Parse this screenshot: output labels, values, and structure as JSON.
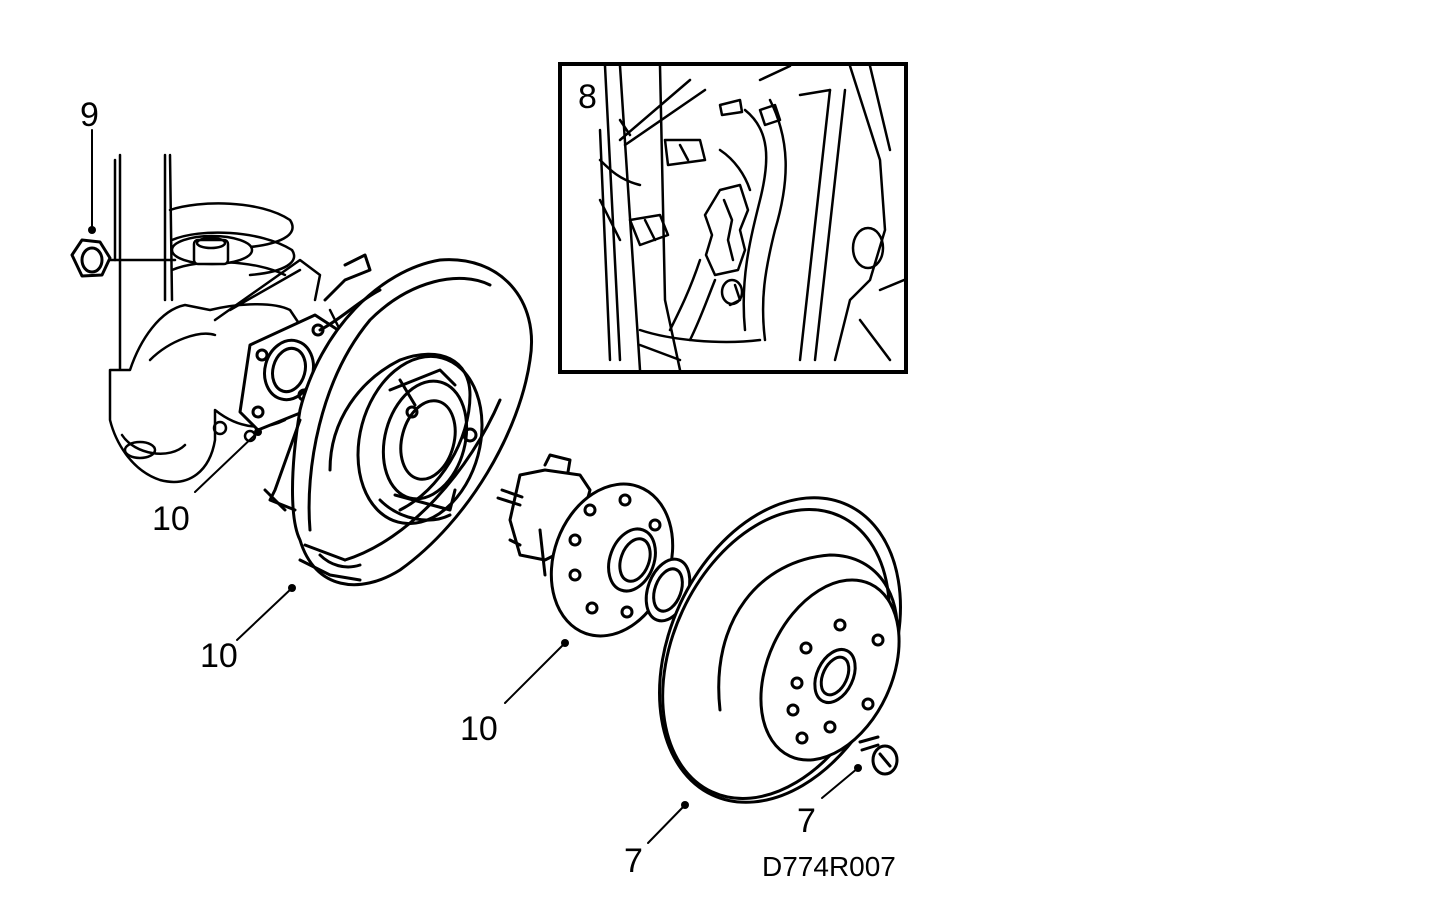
{
  "figure": {
    "drawing_code": "D774R007",
    "inset_label": "8",
    "callouts": [
      {
        "id": "nut",
        "text": "9"
      },
      {
        "id": "gasket",
        "text": "10"
      },
      {
        "id": "backing-plate",
        "text": "10"
      },
      {
        "id": "hub",
        "text": "10"
      },
      {
        "id": "disc",
        "text": "7"
      },
      {
        "id": "screw",
        "text": "7"
      }
    ]
  }
}
